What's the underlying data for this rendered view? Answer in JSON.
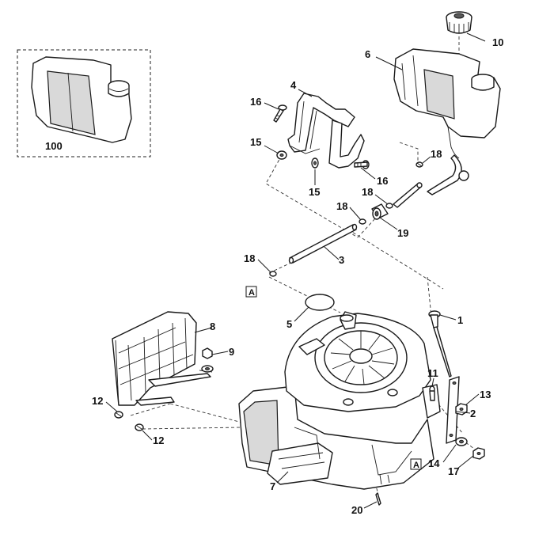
{
  "diagram": {
    "callouts": [
      {
        "id": "c10",
        "label": "10"
      },
      {
        "id": "c6",
        "label": "6"
      },
      {
        "id": "c100",
        "label": "100"
      },
      {
        "id": "c4",
        "label": "4"
      },
      {
        "id": "c16a",
        "label": "16"
      },
      {
        "id": "c15a",
        "label": "15"
      },
      {
        "id": "c15b",
        "label": "15"
      },
      {
        "id": "c16b",
        "label": "16"
      },
      {
        "id": "c18a",
        "label": "18"
      },
      {
        "id": "c18b",
        "label": "18"
      },
      {
        "id": "c18c",
        "label": "18"
      },
      {
        "id": "c19",
        "label": "19"
      },
      {
        "id": "c18d",
        "label": "18"
      },
      {
        "id": "c3",
        "label": "3"
      },
      {
        "id": "c5",
        "label": "5"
      },
      {
        "id": "c1",
        "label": "1"
      },
      {
        "id": "c8",
        "label": "8"
      },
      {
        "id": "c9",
        "label": "9"
      },
      {
        "id": "c11",
        "label": "11"
      },
      {
        "id": "c13",
        "label": "13"
      },
      {
        "id": "c2",
        "label": "2"
      },
      {
        "id": "c12a",
        "label": "12"
      },
      {
        "id": "c12b",
        "label": "12"
      },
      {
        "id": "c7",
        "label": "7"
      },
      {
        "id": "c14",
        "label": "14"
      },
      {
        "id": "c17",
        "label": "17"
      },
      {
        "id": "c20",
        "label": "20"
      }
    ],
    "reference_markers": [
      {
        "id": "refA1",
        "label": "A"
      },
      {
        "id": "refA2",
        "label": "A"
      }
    ]
  }
}
